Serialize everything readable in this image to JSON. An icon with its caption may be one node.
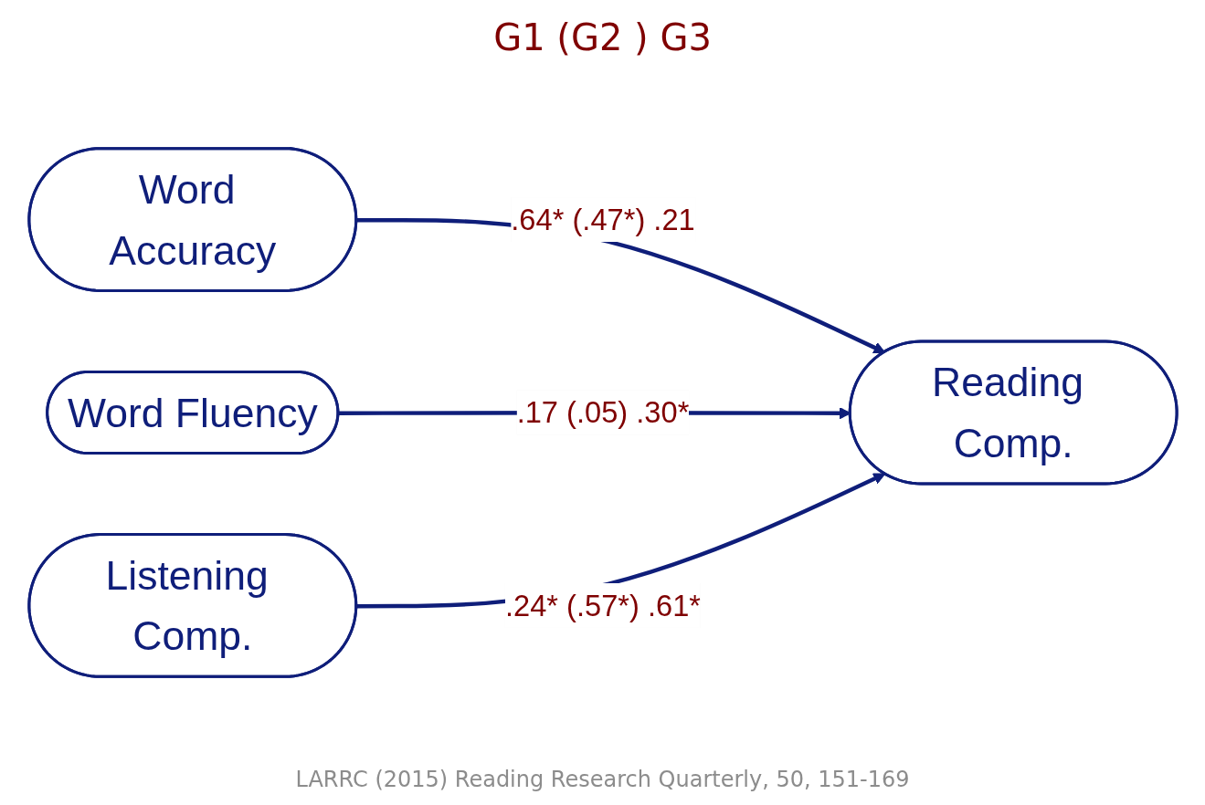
{
  "diagram": {
    "title": "G1 (G2 ) G3",
    "caption": "LARRC (2015) Reading Research Quarterly, 50, 151-169",
    "nodes": [
      {
        "text": [
          "Word Accuracy"
        ]
      },
      {
        "text": [
          "Word Fluency"
        ]
      },
      {
        "text": [
          "Listening Comp."
        ]
      },
      {
        "text": [
          "Reading Comp."
        ]
      }
    ],
    "edges": [
      {
        "from": 0,
        "to": 3,
        "arrow": "to",
        "label": ".64* (.47*) .21"
      },
      {
        "from": 1,
        "to": 3,
        "arrow": "to",
        "label": ".17 (.05) .30*"
      },
      {
        "from": 2,
        "to": 3,
        "arrow": "to",
        "label": ".24* (.57*) .61*"
      }
    ]
  }
}
